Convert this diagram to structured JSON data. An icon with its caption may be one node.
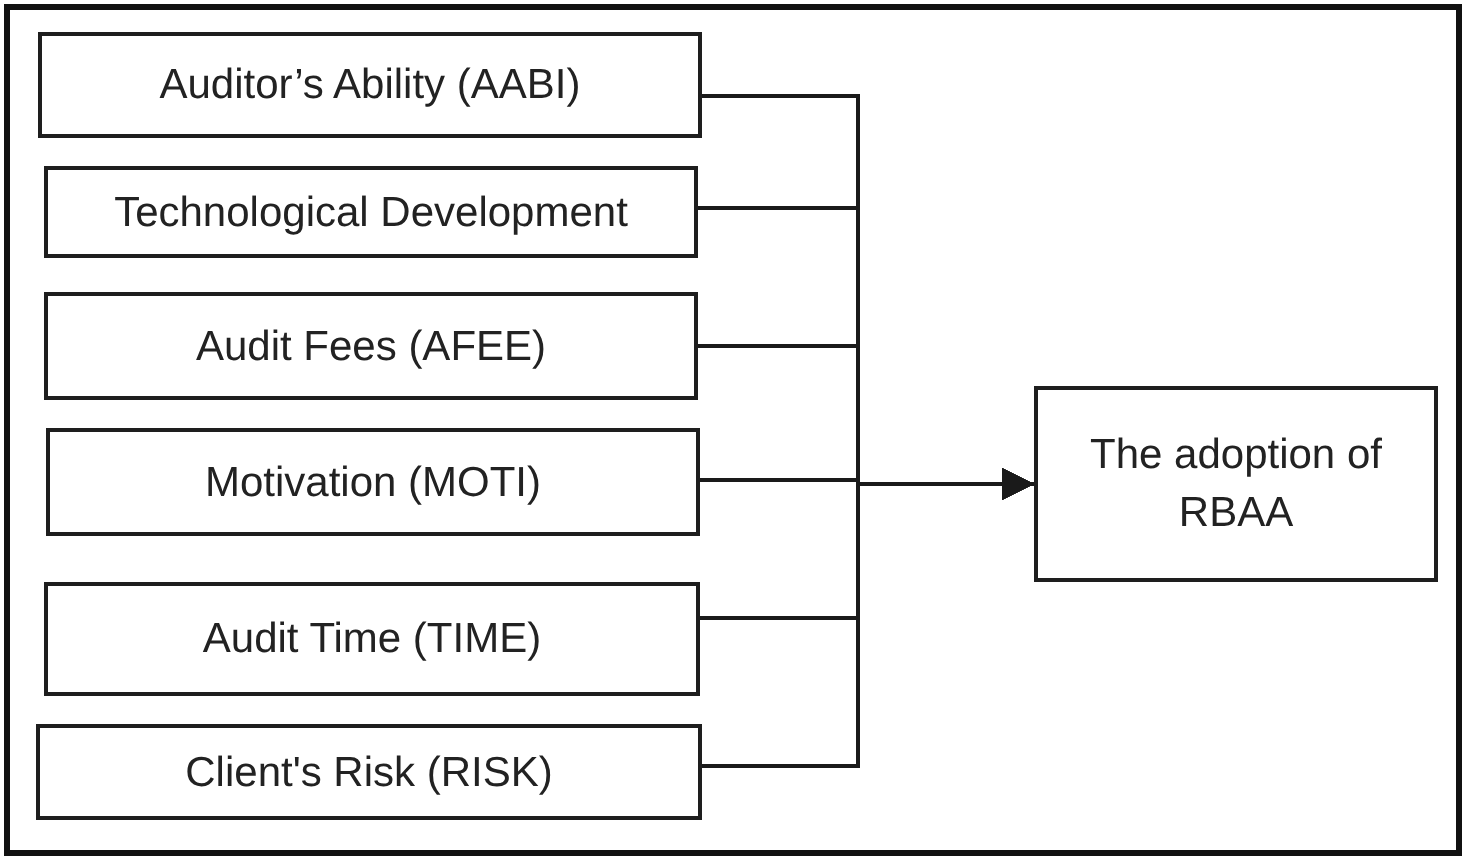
{
  "diagram": {
    "nodes": [
      {
        "text": [
          "Auditor’s Ability (AABI)"
        ]
      },
      {
        "text": [
          "Technological Development"
        ]
      },
      {
        "text": [
          "Audit Fees (AFEE)"
        ]
      },
      {
        "text": [
          "Motivation (MOTI)"
        ]
      },
      {
        "text": [
          "Audit Time (TIME)"
        ]
      },
      {
        "text": [
          "Client's Risk (RISK)"
        ]
      },
      {
        "text": [
          "The adoption of RBAA"
        ]
      }
    ],
    "edges": [
      {
        "from": 0,
        "to": 6,
        "arrow": "to"
      },
      {
        "from": 1,
        "to": 6,
        "arrow": "to"
      },
      {
        "from": 2,
        "to": 6,
        "arrow": "to"
      },
      {
        "from": 3,
        "to": 6,
        "arrow": "to"
      },
      {
        "from": 4,
        "to": 6,
        "arrow": "to"
      },
      {
        "from": 5,
        "to": 6,
        "arrow": "to"
      }
    ]
  }
}
